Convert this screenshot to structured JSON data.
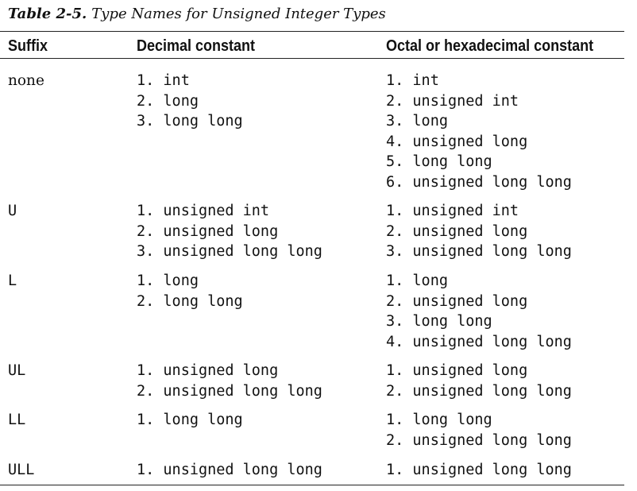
{
  "caption": {
    "label": "Table 2-5.",
    "title": "Type Names for Unsigned Integer Types"
  },
  "headers": {
    "suffix": "Suffix",
    "decimal": "Decimal constant",
    "octal_hex": "Octal or hexadecimal constant"
  },
  "rows": [
    {
      "suffix": "none",
      "decimal": [
        "1. int",
        "2. long",
        "3. long long"
      ],
      "octal_hex": [
        "1. int",
        "2. unsigned int",
        "3. long",
        "4. unsigned long",
        "5. long long",
        "6. unsigned long long"
      ]
    },
    {
      "suffix": "U",
      "decimal": [
        "1. unsigned int",
        "2. unsigned long",
        "3. unsigned long long"
      ],
      "octal_hex": [
        "1. unsigned int",
        "2. unsigned long",
        "3. unsigned long long"
      ]
    },
    {
      "suffix": "L",
      "decimal": [
        "1. long",
        "2. long long"
      ],
      "octal_hex": [
        "1. long",
        "2. unsigned long",
        "3. long long",
        "4. unsigned long long"
      ]
    },
    {
      "suffix": "UL",
      "decimal": [
        "1. unsigned long",
        "2. unsigned long long"
      ],
      "octal_hex": [
        "1. unsigned long",
        "2. unsigned long long"
      ]
    },
    {
      "suffix": "LL",
      "decimal": [
        "1. long long"
      ],
      "octal_hex": [
        "1. long long",
        "2. unsigned long long"
      ]
    },
    {
      "suffix": "ULL",
      "decimal": [
        "1. unsigned long long"
      ],
      "octal_hex": [
        "1. unsigned long long"
      ]
    }
  ]
}
